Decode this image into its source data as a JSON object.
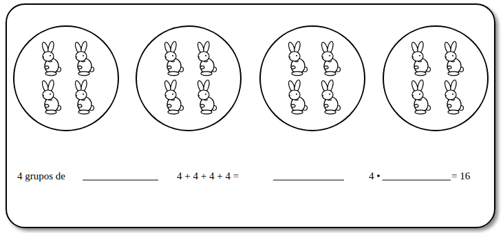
{
  "diagram": {
    "nodes": [
      {
        "text": [
          "4 grupos de",
          "4 + 4 + 4 + 4 =",
          "4 •",
          "= 16"
        ]
      }
    ]
  }
}
